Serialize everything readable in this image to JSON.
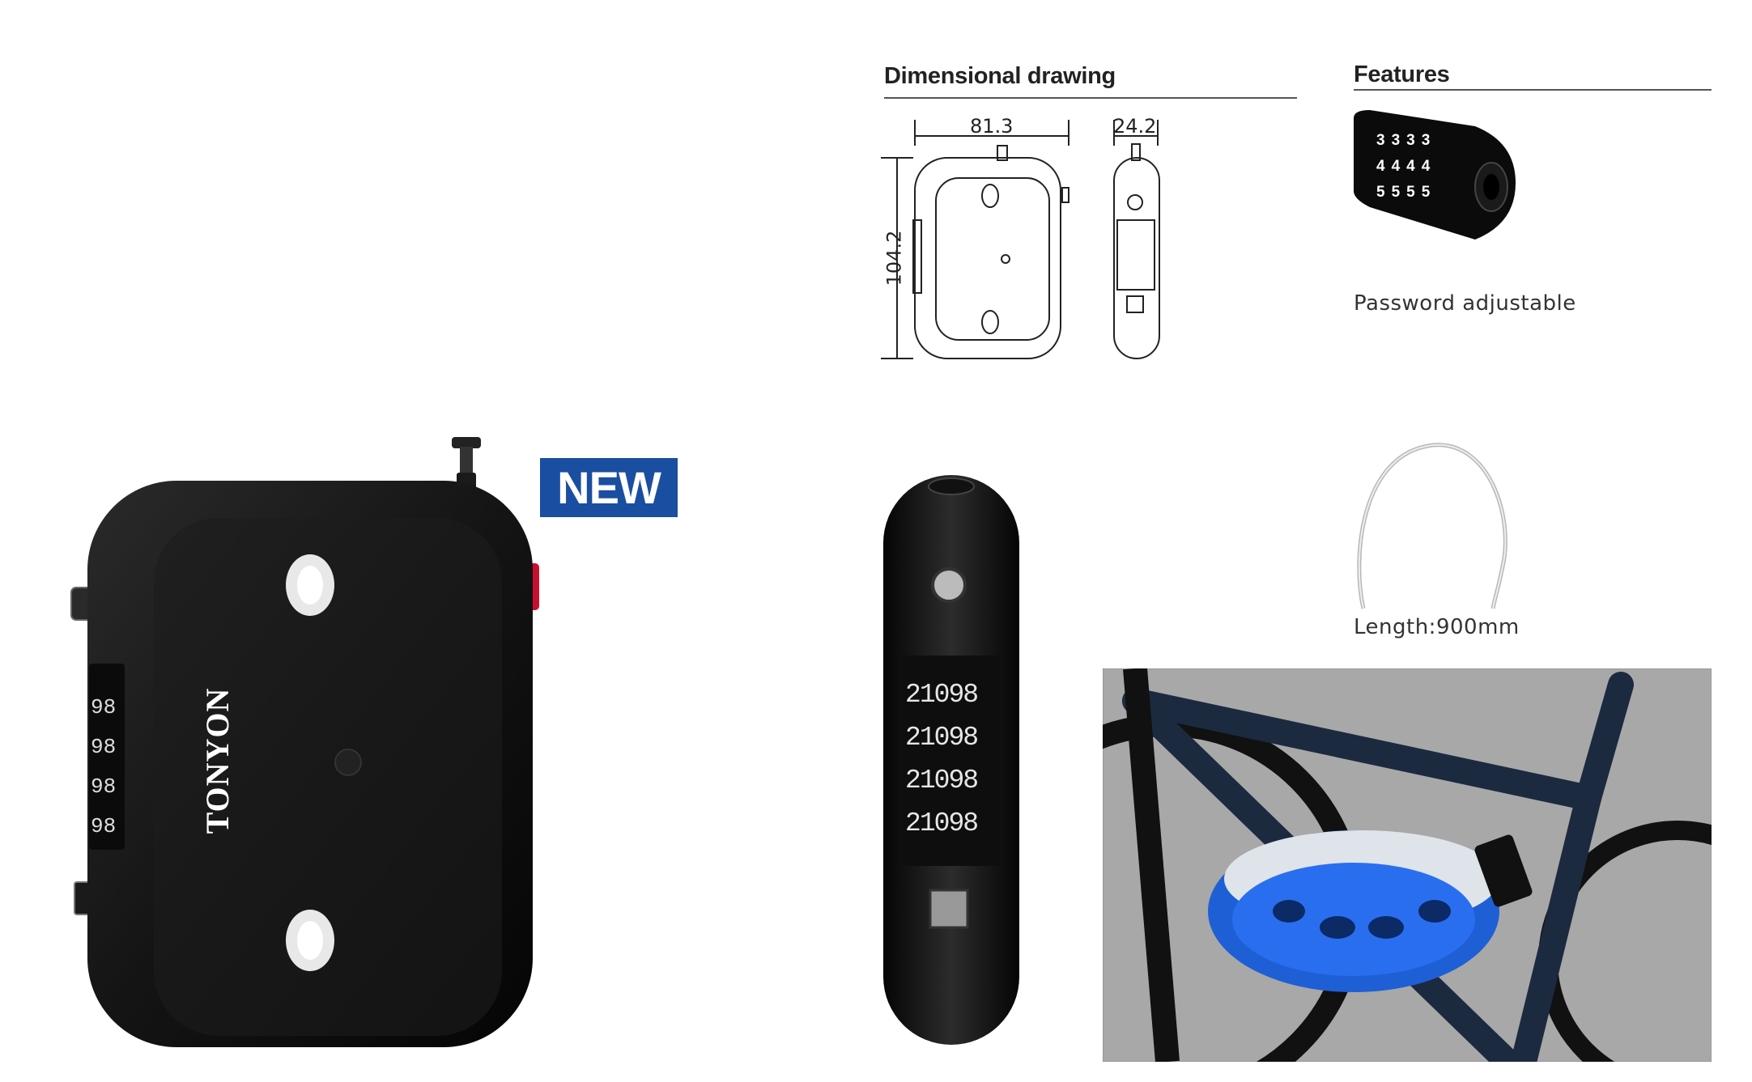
{
  "badge": {
    "label": "NEW",
    "color": "#1a4ea0"
  },
  "brand": {
    "name": "TONYON"
  },
  "dimensional": {
    "title": "Dimensional drawing",
    "width": "81.3",
    "depth": "24.2",
    "height": "104.2"
  },
  "features": {
    "title": "Features",
    "password_caption": "Password adjustable",
    "length_caption": "Length:900mm"
  },
  "dial_digits": {
    "front": [
      "9",
      "8"
    ],
    "side": [
      "2",
      "1",
      "0",
      "9",
      "8"
    ],
    "feature": [
      "3",
      "4",
      "5"
    ]
  },
  "colors": {
    "lock_body": "#111111",
    "accent_red": "#c8102e",
    "helmet_blue": "#1f5fd6",
    "background_photo": "#a8a8a8"
  }
}
